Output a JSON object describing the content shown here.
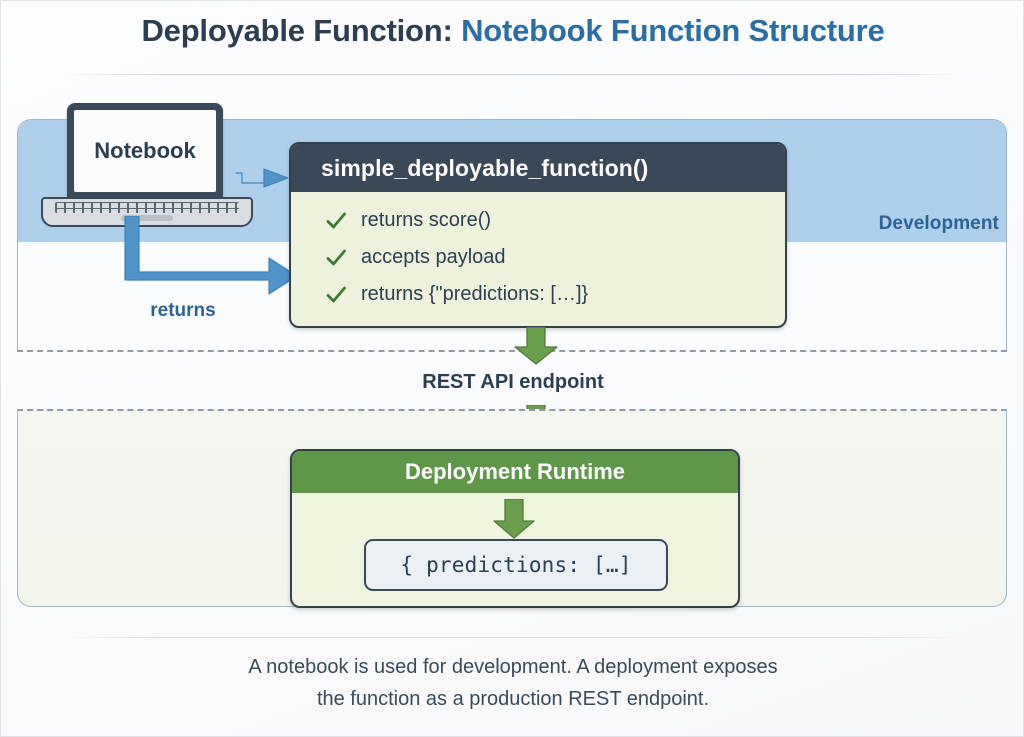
{
  "title": {
    "prefix": "Deployable Function:",
    "accent": "Notebook Function Structure"
  },
  "development": {
    "zone_label": "Development",
    "notebook_label": "Notebook",
    "returns_label": "returns",
    "arrow_call_icon": "arrow-right-icon",
    "arrow_returns_icon": "elbow-arrow-icon",
    "function_card": {
      "header": "simple_deployable_function()",
      "items": [
        {
          "icon": "check-icon",
          "label": "returns score()"
        },
        {
          "icon": "check-icon",
          "label": "accepts payload"
        },
        {
          "icon": "check-icon",
          "label": "returns {\"predictions: […]}"
        }
      ]
    }
  },
  "boundary": {
    "label": "REST API endpoint",
    "arrow_top_icon": "arrow-down-icon",
    "arrow_bottom_icon": "arrow-down-icon"
  },
  "deployment": {
    "runtime_header": "Deployment Runtime",
    "runtime_arrow_icon": "arrow-down-icon",
    "code_value": "{ predictions: […]"
  },
  "caption": {
    "line1": "A notebook is used for development. A deployment exposes",
    "line2": "the function as a production REST endpoint."
  },
  "colors": {
    "title_dark": "#2c3e50",
    "title_accent": "#2a6ea6",
    "dev_band": "#aed0ea",
    "dev_label": "#2d6294",
    "fn_header_bg": "#3b4857",
    "fn_body_bg": "#eef1dc",
    "check_green": "#3a7a35",
    "arrow_green": "#6a9e4f",
    "runtime_header_bg": "#5f9748",
    "runtime_body_bg": "#eef4e0",
    "code_box_bg": "#eaf0f4",
    "arrow_blue": "#4f93c9"
  }
}
